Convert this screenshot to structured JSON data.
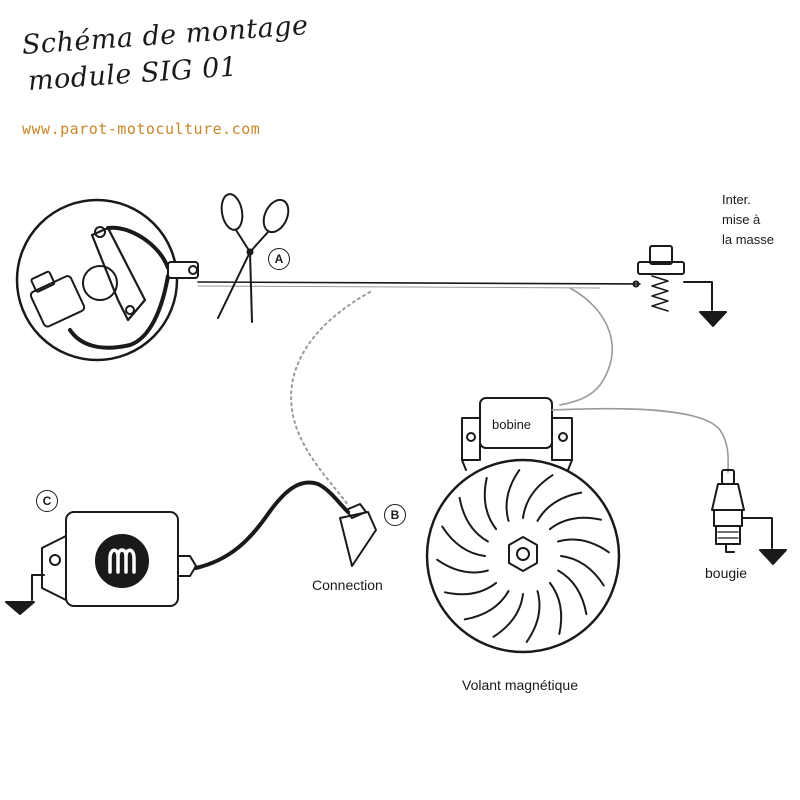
{
  "title": {
    "line1": "Schéma de montage",
    "line2": "module SIG 01"
  },
  "url": "www.parot-motoculture.com",
  "labels": {
    "marker_a": "A",
    "marker_b": "B",
    "marker_c": "C",
    "inter_line1": "Inter.",
    "inter_line2": "mise à",
    "inter_line3": "la masse",
    "bobine": "bobine",
    "bougie": "bougie",
    "connection": "Connection",
    "volant": "Volant magnétique"
  },
  "colors": {
    "ink": "#1a1a1a",
    "url": "#c9862a",
    "wire_light": "#9a9a9a"
  }
}
